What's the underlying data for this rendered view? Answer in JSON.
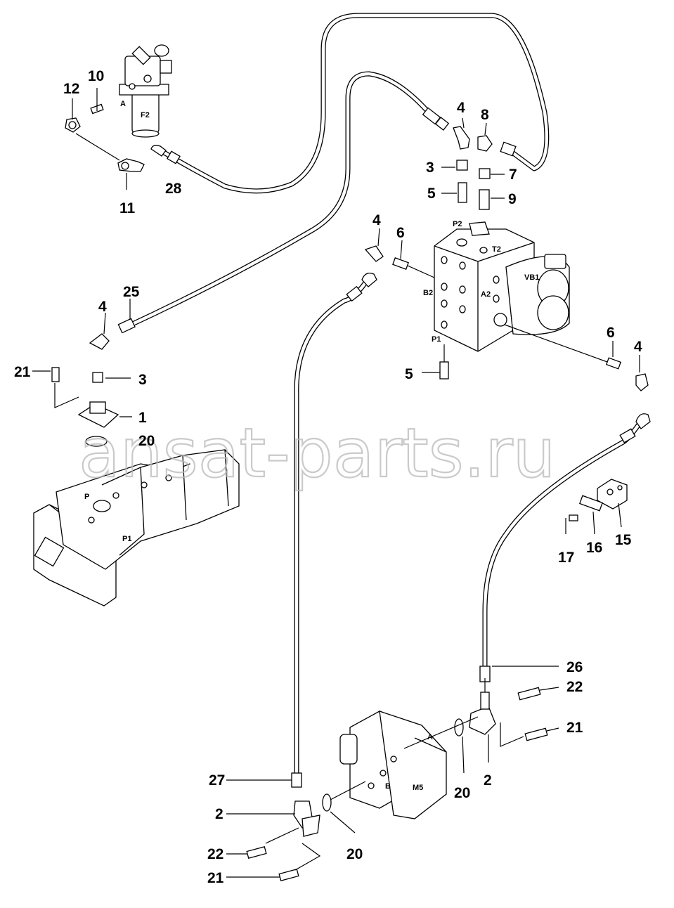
{
  "watermark": "ansat-parts.ru",
  "callouts": {
    "c10": "10",
    "c12": "12",
    "c11": "11",
    "c28": "28",
    "c4a": "4",
    "c8": "8",
    "c3a": "3",
    "c7": "7",
    "c5a": "5",
    "c9": "9",
    "c4b": "4",
    "c6a": "6",
    "c25": "25",
    "c4c": "4",
    "c21a": "21",
    "c3b": "3",
    "c1": "1",
    "c20a": "20",
    "c6b": "6",
    "c4d": "4",
    "c5b": "5",
    "c15": "15",
    "c16": "16",
    "c17": "17",
    "c26": "26",
    "c22a": "22",
    "c21b": "21",
    "c20b": "20",
    "c2a": "2",
    "c27": "27",
    "c2b": "2",
    "c22b": "22",
    "c21c": "21",
    "c20c": "20"
  },
  "port_tags": {
    "f2": "F2",
    "a_filter": "A",
    "p2": "P2",
    "t2": "T2",
    "b2": "B2",
    "a2": "A2",
    "vb1": "VB1",
    "p1_valve": "P1",
    "p_pump": "P",
    "p1_pump": "P1",
    "a_motor": "A",
    "b_motor": "B",
    "m5": "M5"
  }
}
